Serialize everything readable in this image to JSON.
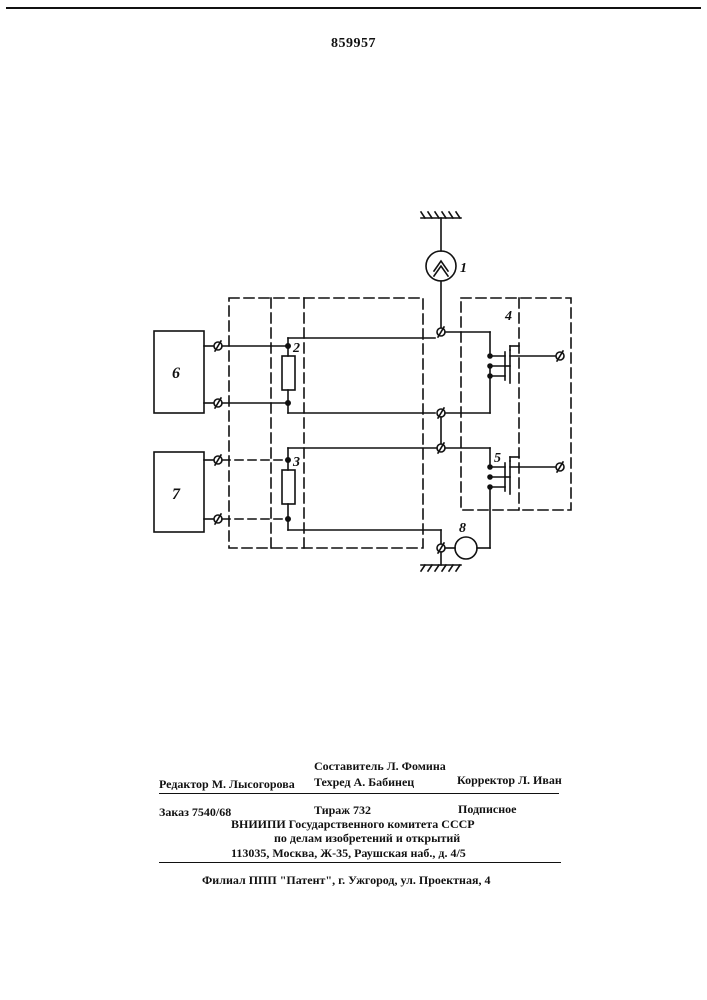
{
  "patent_number": "859957",
  "diagram": {
    "labels": {
      "source": "1",
      "resistor_top": "2",
      "resistor_bottom": "3",
      "switch_top": "4",
      "switch_bottom": "5",
      "block_top": "6",
      "block_bottom": "7",
      "meter": "8"
    }
  },
  "imprint": {
    "compiler": "Составитель Л. Фомина",
    "editor": "Редактор М. Лысогорова",
    "tech_editor": "Техред А. Бабинец",
    "corrector": "Корректор Л. Иван",
    "order": "Заказ 7540/68",
    "circulation": "Тираж 732",
    "subscription": "Подписное",
    "org_line1": "ВНИИПИ Государственного комитета СССР",
    "org_line2": "по делам изобретений и открытий",
    "address": "113035, Москва, Ж-35, Раушская наб., д. 4/5",
    "branch": "Филиал ППП \"Патент\", г. Ужгород, ул. Проектная, 4"
  }
}
